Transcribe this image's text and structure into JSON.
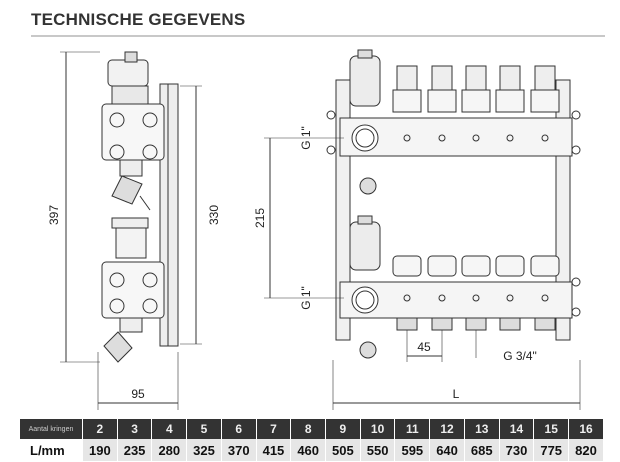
{
  "title": "TECHNISCHE GEGEVENS",
  "dimensions": {
    "height_total": "397",
    "height_inner": "330",
    "spacing_vertical": "215",
    "thread_top": "G 1\"",
    "thread_bottom": "G 1\"",
    "depth": "95",
    "pitch": "45",
    "outlet_thread": "G 3/4\"",
    "length": "L"
  },
  "table": {
    "header_label": "Aantal kringen",
    "value_label": "L/mm",
    "circuits": [
      "2",
      "3",
      "4",
      "5",
      "6",
      "7",
      "8",
      "9",
      "10",
      "11",
      "12",
      "13",
      "14",
      "15",
      "16"
    ],
    "lengths": [
      "190",
      "235",
      "280",
      "325",
      "370",
      "415",
      "460",
      "505",
      "550",
      "595",
      "640",
      "685",
      "730",
      "775",
      "820"
    ]
  },
  "colors": {
    "line": "#333333",
    "header_bg": "#333333",
    "value_bg": "#e6e6e6"
  }
}
